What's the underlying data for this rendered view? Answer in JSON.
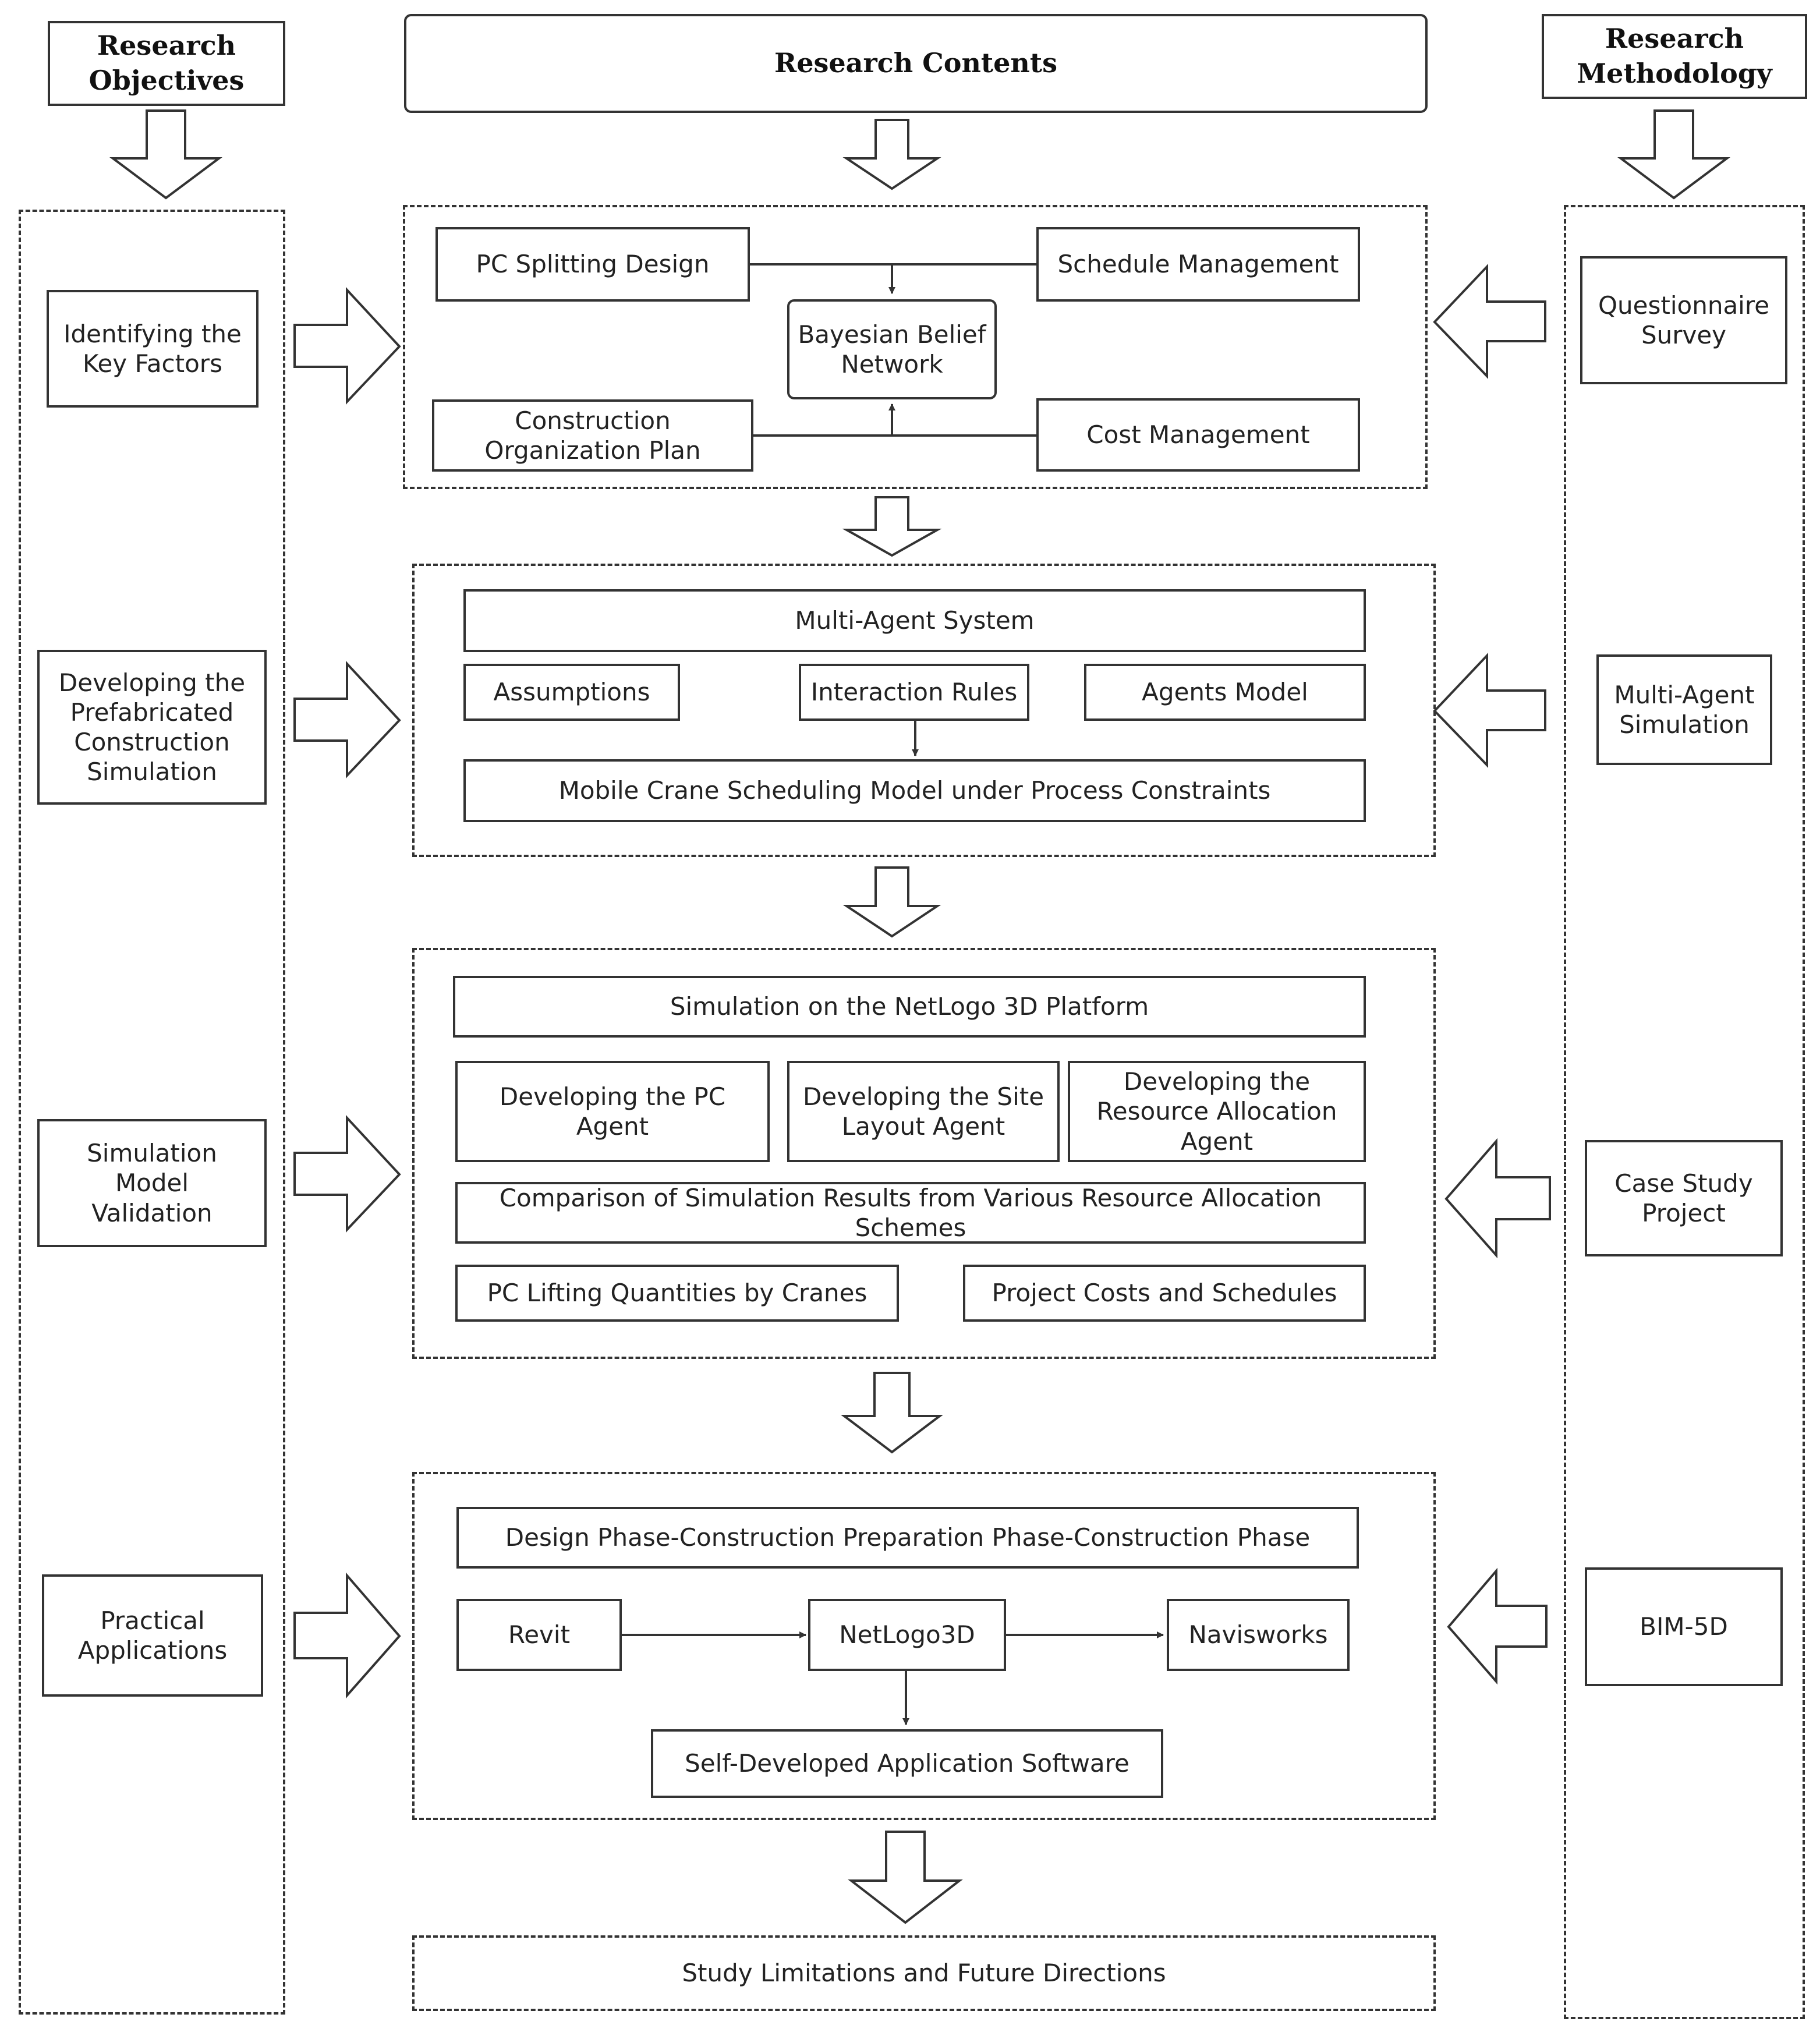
{
  "headers": {
    "objectives": "Research\nObjectives",
    "contents": "Research Contents",
    "methodology": "Research\nMethodology"
  },
  "objectives": [
    "Identifying the\nKey Factors",
    "Developing the\nPrefabricated\nConstruction\nSimulation",
    "Simulation\nModel\nValidation",
    "Practical\nApplications"
  ],
  "methods": [
    "Questionnaire\nSurvey",
    "Multi-Agent\nSimulation",
    "Case Study\nProject",
    "BIM-5D"
  ],
  "section1": {
    "pc_splitting": "PC Splitting Design",
    "schedule": "Schedule Management",
    "bbn": "Bayesian Belief\nNetwork",
    "construction_plan": "Construction\nOrganization Plan",
    "cost": "Cost Management"
  },
  "section2": {
    "mas": "Multi-Agent System",
    "assumptions": "Assumptions",
    "interaction": "Interaction Rules",
    "agents": "Agents Model",
    "crane_model": "Mobile Crane Scheduling Model under Process Constraints"
  },
  "section3": {
    "platform": "Simulation on the NetLogo 3D Platform",
    "pc_agent": "Developing the PC\nAgent",
    "site_agent": "Developing the Site\nLayout Agent",
    "resource_agent": "Developing the\nResource Allocation\nAgent",
    "comparison": "Comparison of Simulation Results from Various Resource Allocation Schemes",
    "lifting": "PC Lifting Quantities by Cranes",
    "costs_schedules": "Project Costs and Schedules"
  },
  "section4": {
    "phases": "Design Phase-Construction Preparation Phase-Construction Phase",
    "revit": "Revit",
    "netlogo": "NetLogo3D",
    "navisworks": "Navisworks",
    "software": "Self-Developed Application Software"
  },
  "limitations": "Study Limitations and Future Directions"
}
